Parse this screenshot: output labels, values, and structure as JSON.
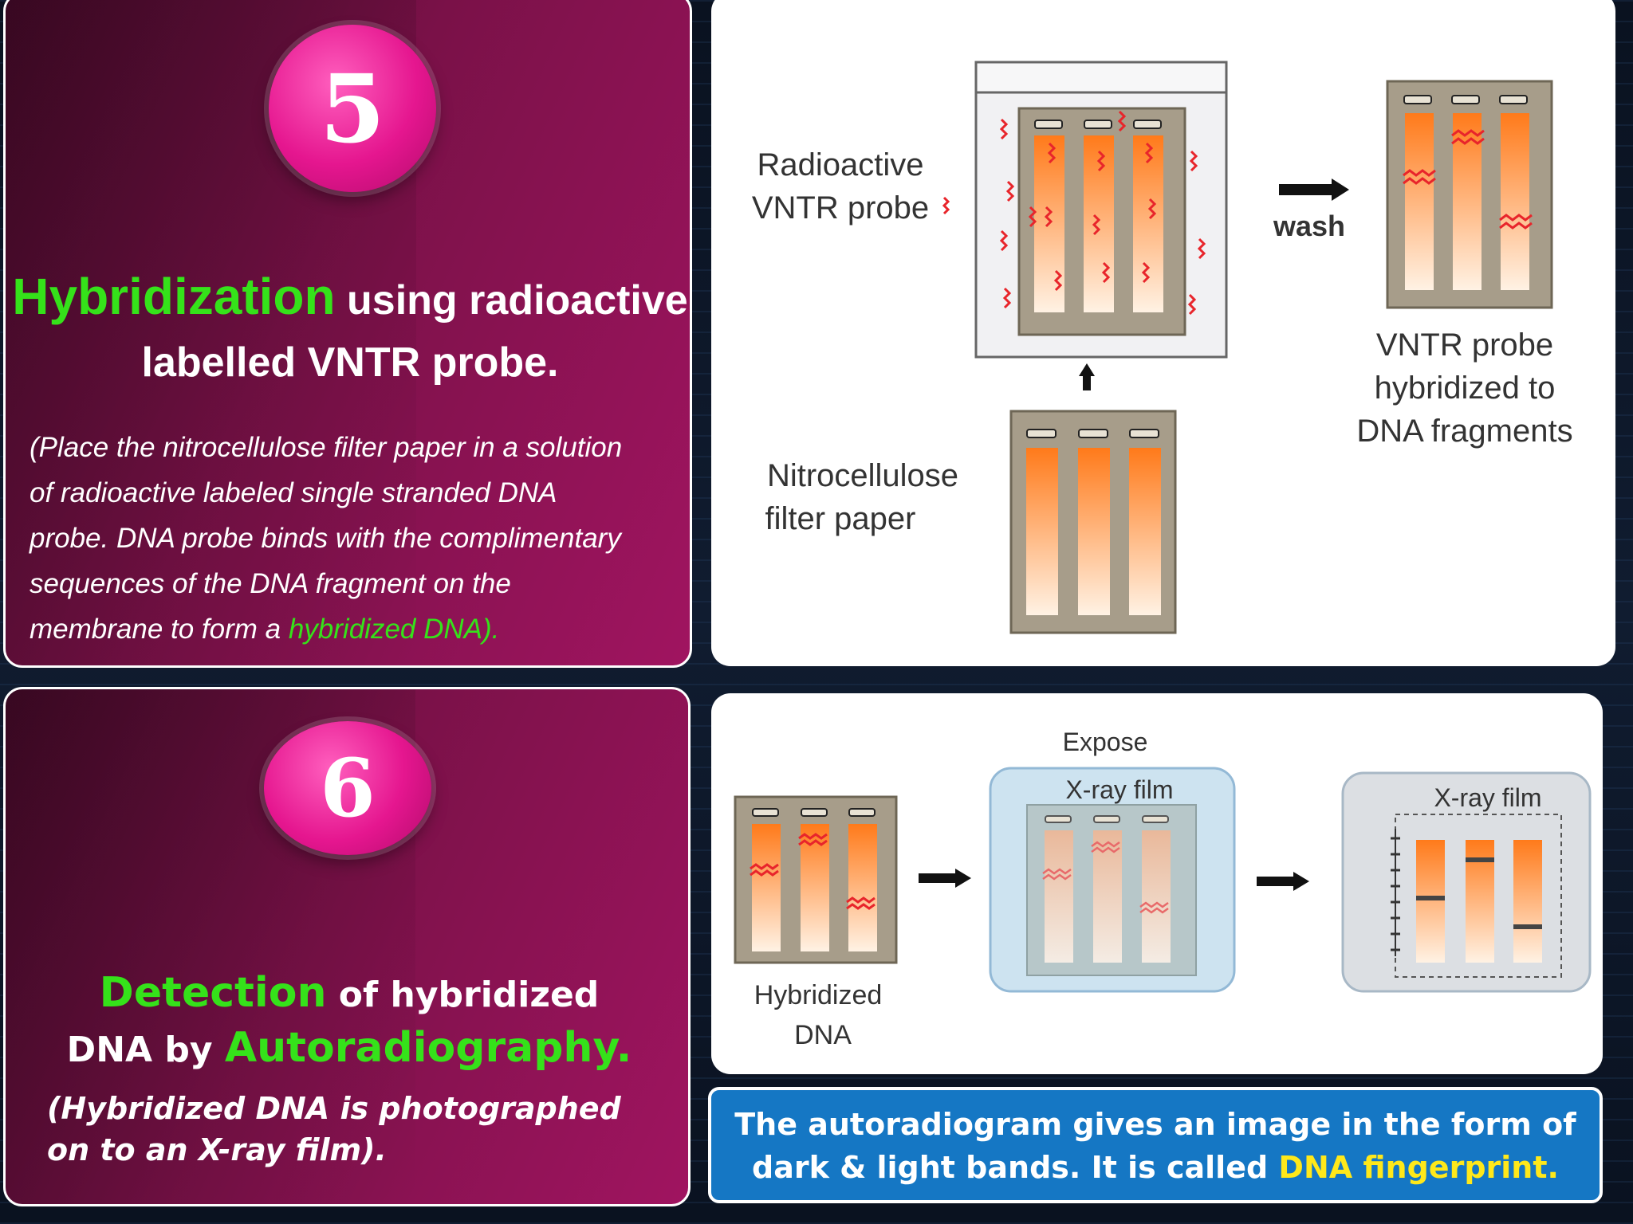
{
  "step5": {
    "number": "5",
    "heading_highlight": "Hybridization",
    "heading_rest_1": " using radioactive",
    "heading_rest_2": "labelled VNTR probe.",
    "desc_line1": "(Place the nitrocellulose filter paper in a solution",
    "desc_line2": "of radioactive labeled single stranded DNA",
    "desc_line3": "probe. DNA probe binds with the complimentary",
    "desc_line4": "sequences of the DNA fragment on the",
    "desc_line5_pre": "membrane to form a ",
    "desc_line5_highlight": "hybridized DNA).",
    "diagram": {
      "probe_label_1": "Radioactive",
      "probe_label_2": "VNTR probe",
      "filter_label_1": "Nitrocellulose",
      "filter_label_2": "filter paper",
      "wash_label": "wash",
      "result_label_1": "VNTR probe",
      "result_label_2": "hybridized to",
      "result_label_3": "DNA fragments"
    }
  },
  "step6": {
    "number": "6",
    "heading_highlight_1": "Detection",
    "heading_rest_1": " of hybridized",
    "heading_rest_2": "DNA by ",
    "heading_highlight_2": "Autoradiography.",
    "desc_line1": "(Hybridized DNA is photographed",
    "desc_line2": "on to an X-ray film).",
    "diagram": {
      "expose_label": "Expose",
      "xray_label_1": "X-ray film",
      "xray_label_2": "X-ray film",
      "hybrid_label_1": "Hybridized",
      "hybrid_label_2": "DNA"
    },
    "conclusion_line1": "The autoradiogram gives an image in the form of",
    "conclusion_line2_pre": "dark & light bands. It is called ",
    "conclusion_line2_highlight": "DNA fingerprint."
  },
  "colors": {
    "highlight_green": "#35e21a",
    "highlight_yellow": "#ffe81a",
    "panel_magenta": "#8a124f",
    "blue_box": "#1577c4"
  }
}
